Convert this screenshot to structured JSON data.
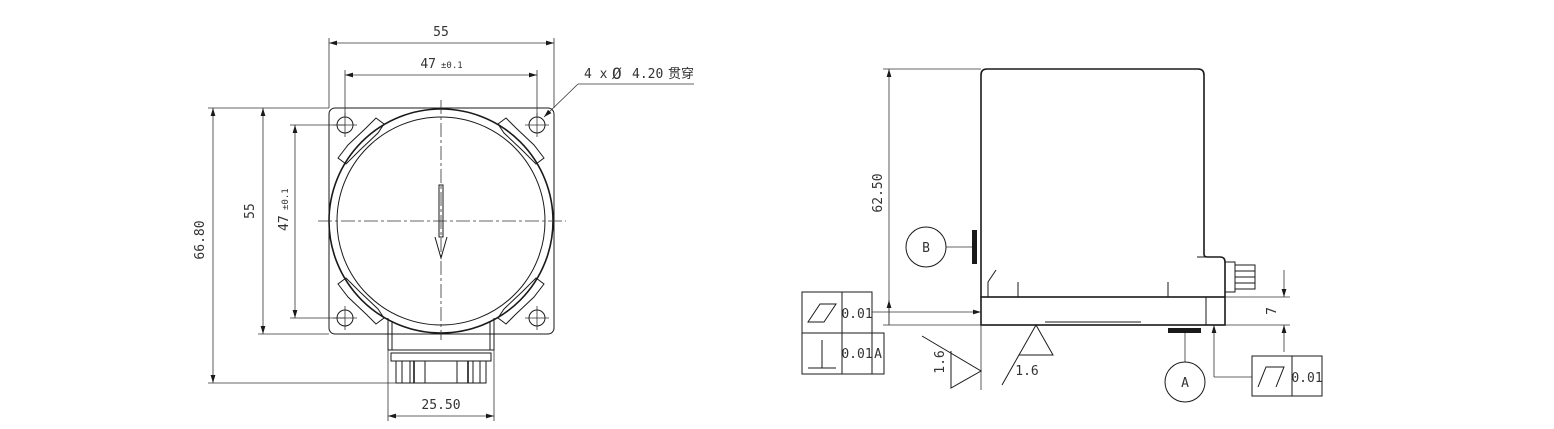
{
  "drawing": {
    "front_view": {
      "dim_width_outer": "55",
      "dim_width_holes": "47",
      "dim_width_holes_tol": "±0.1",
      "dim_height_outer": "55",
      "dim_height_holes": "47",
      "dim_height_holes_tol": "±0.1",
      "dim_total_height": "66.80",
      "dim_connector_width": "25.50",
      "hole_callout_count": "4 x",
      "hole_callout_symbol": "Ø",
      "hole_callout_value": "4.20",
      "hole_callout_note": "贯穿"
    },
    "side_view": {
      "dim_height": "62.50",
      "dim_base": "7",
      "datum_b": "B",
      "datum_a": "A",
      "fcf_flatness_value": "0.01",
      "fcf_perpendicular_value": "0.01",
      "fcf_perpendicular_datum": "A",
      "fcf_runout_value": "0.01",
      "roughness_left": "1.6",
      "roughness_bottom": "1.6"
    },
    "colors": {
      "line": "#1a1a1a",
      "background": "#ffffff"
    }
  }
}
